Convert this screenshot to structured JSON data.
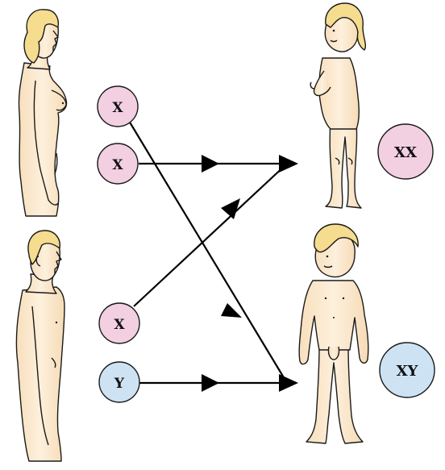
{
  "chromosomes": {
    "mother": [
      "X",
      "X"
    ],
    "father": [
      "X",
      "Y"
    ],
    "daughter": "XX",
    "son": "XY"
  },
  "colors": {
    "x_circle": "#f3cfe2",
    "y_circle": "#cde3f3",
    "skin": "#fbe9cf",
    "hair": "#f5dc8e",
    "outline": "#1a1a1a",
    "arrow": "#000000"
  },
  "icons": {
    "mother": "adult-female-figure-icon",
    "father": "adult-male-figure-icon",
    "daughter": "girl-child-figure-icon",
    "son": "boy-child-figure-icon"
  }
}
